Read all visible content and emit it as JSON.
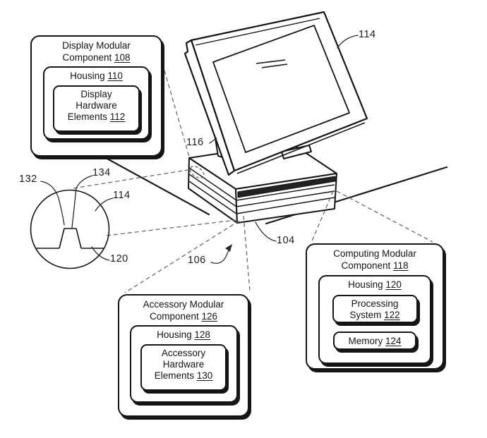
{
  "figure": {
    "boxes": {
      "display": {
        "title1": "Display Modular",
        "title2": "Component",
        "ref": "108",
        "housing": {
          "label": "Housing",
          "ref": "110"
        },
        "elements": {
          "line1": "Display",
          "line2": "Hardware",
          "line3": "Elements",
          "ref": "112"
        }
      },
      "accessory": {
        "title1": "Accessory Modular",
        "title2": "Component",
        "ref": "126",
        "housing": {
          "label": "Housing",
          "ref": "128"
        },
        "elements": {
          "line1": "Accessory",
          "line2": "Hardware",
          "line3": "Elements",
          "ref": "130"
        }
      },
      "computing": {
        "title1": "Computing Modular",
        "title2": "Component",
        "ref": "118",
        "housing": {
          "label": "Housing",
          "ref": "120"
        },
        "processing": {
          "line1": "Processing",
          "line2": "System",
          "ref": "122"
        },
        "memory": {
          "label": "Memory",
          "ref": "124"
        }
      }
    },
    "ref_labels": {
      "monitor": "114",
      "hinge": "116",
      "base": "104",
      "device": "106",
      "section_left": "132",
      "section_top": "134",
      "section_upper": "114",
      "section_lower": "120"
    },
    "colors": {
      "ink": "#151515",
      "dashed": "#6a6a6a",
      "background": "#ffffff"
    }
  }
}
